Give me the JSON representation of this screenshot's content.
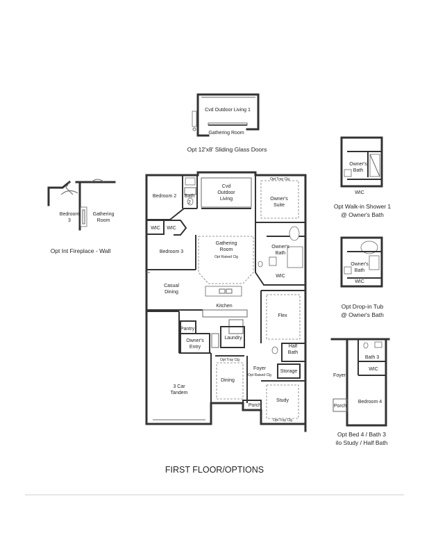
{
  "title": "FIRST FLOOR/OPTIONS",
  "main": {
    "bedroom2": "Bedroom 2",
    "bath2a": "Bath",
    "bath2b": "2",
    "cvd1": "Cvd",
    "cvd2": "Outdoor",
    "cvd3": "Living",
    "tray_top": "Opt Tray Clg",
    "suite1": "Owner's",
    "suite2": "Suite",
    "wic_bed": "WIC",
    "wic_bath2": "WIC",
    "gathering1": "Gathering",
    "gathering2": "Room",
    "raised_gathering": "Opt Raised Clg",
    "bedroom3": "Bedroom 3",
    "obath1": "Owner's",
    "obath2": "Bath",
    "wic_owner": "WIC",
    "casual1": "Casual",
    "casual2": "Dining",
    "kitchen": "Kitchen",
    "flex": "Flex",
    "pantry": "Pantry",
    "oentry1": "Owner's",
    "oentry2": "Entry",
    "laundry": "Laundry",
    "halfbath1": "Half",
    "halfbath2": "Bath",
    "tray_dining": "Opt Tray Clg",
    "foyer": "Foyer",
    "raised_foyer": "Opt Raised Clg",
    "storage": "Storage",
    "dining": "Dining",
    "garage1": "3 Car",
    "garage2": "Tandem",
    "porch": "Porch",
    "study": "Study",
    "tray_study": "Opt Tray Clg"
  },
  "opt_glass": {
    "room": "Cvd Outdoor Living 1",
    "gathering": "Gathering Room",
    "caption": "Opt 12'x8' Sliding Glass Doors"
  },
  "opt_fireplace": {
    "bedroom1": "Bedroom",
    "bedroom2": "3",
    "gathering1": "Gathering",
    "gathering2": "Room",
    "caption": "Opt Int Fireplace - Wall"
  },
  "opt_shower": {
    "room1": "Owner's",
    "room2": "Bath",
    "wic": "WIC",
    "caption1": "Opt Walk-in Shower 1",
    "caption2": "@ Owner's Bath"
  },
  "opt_tub": {
    "room1": "Owner's",
    "room2": "Bath",
    "wic": "WIC",
    "caption1": "Opt Drop-in Tub",
    "caption2": "@ Owner's Bath"
  },
  "opt_bed4": {
    "bath3": "Bath 3",
    "wic": "WIC",
    "foyer": "Foyer",
    "bedroom": "Bedroom 4",
    "porch": "Porch",
    "caption1": "Opt Bed 4 / Bath 3",
    "caption2": "ilo Study / Half Bath"
  }
}
